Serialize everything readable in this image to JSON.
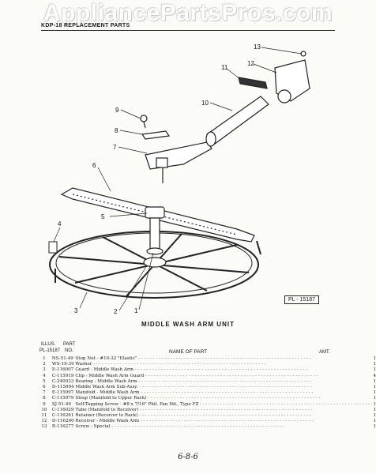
{
  "watermark": "AppliancePartsPros.com",
  "header": "KDP-18 REPLACEMENT PARTS",
  "figure": {
    "callouts": [
      "1",
      "2",
      "3",
      "4",
      "5",
      "6",
      "7",
      "8",
      "9",
      "10",
      "11",
      "12",
      "13"
    ],
    "plate": "PL - 15187"
  },
  "title": "MIDDLE WASH ARM UNIT",
  "columns": {
    "illus": "ILLUS.",
    "part": "PART",
    "pl": "PL-15187",
    "no": "NO.",
    "name": "NAME OF PART",
    "amt": "AMT."
  },
  "parts": [
    {
      "n": "1",
      "part": "NS-51-49",
      "name": "Stop Nut - #10-32 \"Elastic\"",
      "amt": "1"
    },
    {
      "n": "2",
      "part": "WS-19-39",
      "name": "Washer",
      "amt": "1"
    },
    {
      "n": "3",
      "part": "E-116007",
      "name": "Guard - Middle Wash Arm",
      "amt": "1"
    },
    {
      "n": "4",
      "part": "C-115919",
      "name": "Clip - Middle Wash Arm Guard",
      "amt": "4"
    },
    {
      "n": "5",
      "part": "C-240033",
      "name": "Bearing - Middle Wash Arm",
      "amt": "1"
    },
    {
      "n": "6",
      "part": "D-115994",
      "name": "Middle Wash Arm Sub-Assy.",
      "amt": "1"
    },
    {
      "n": "7",
      "part": "E-115997",
      "name": "Manifold - Middle Wash Arm",
      "amt": "1"
    },
    {
      "n": "8",
      "part": "C-115979",
      "name": "Strap (Manifold to Upper Rack)",
      "amt": "1"
    },
    {
      "n": "9",
      "part": "SJ-51-49",
      "name": "Self-Tapping Screw - #8 x 7/16\" Phil. Pan Hd., Type FZ",
      "amt": "1"
    },
    {
      "n": "10",
      "part": "C-116029",
      "name": "Tube (Manifold to Receiver)",
      "amt": "1"
    },
    {
      "n": "11",
      "part": "C-116261",
      "name": "Retainer (Receiver to Rack)",
      "amt": "1"
    },
    {
      "n": "12",
      "part": "D-116260",
      "name": "Receiver - Middle Wash Arm",
      "amt": "1"
    },
    {
      "n": "13",
      "part": "B-116277",
      "name": "Screw - Special",
      "amt": "1"
    }
  ],
  "footer": "6-8-6"
}
